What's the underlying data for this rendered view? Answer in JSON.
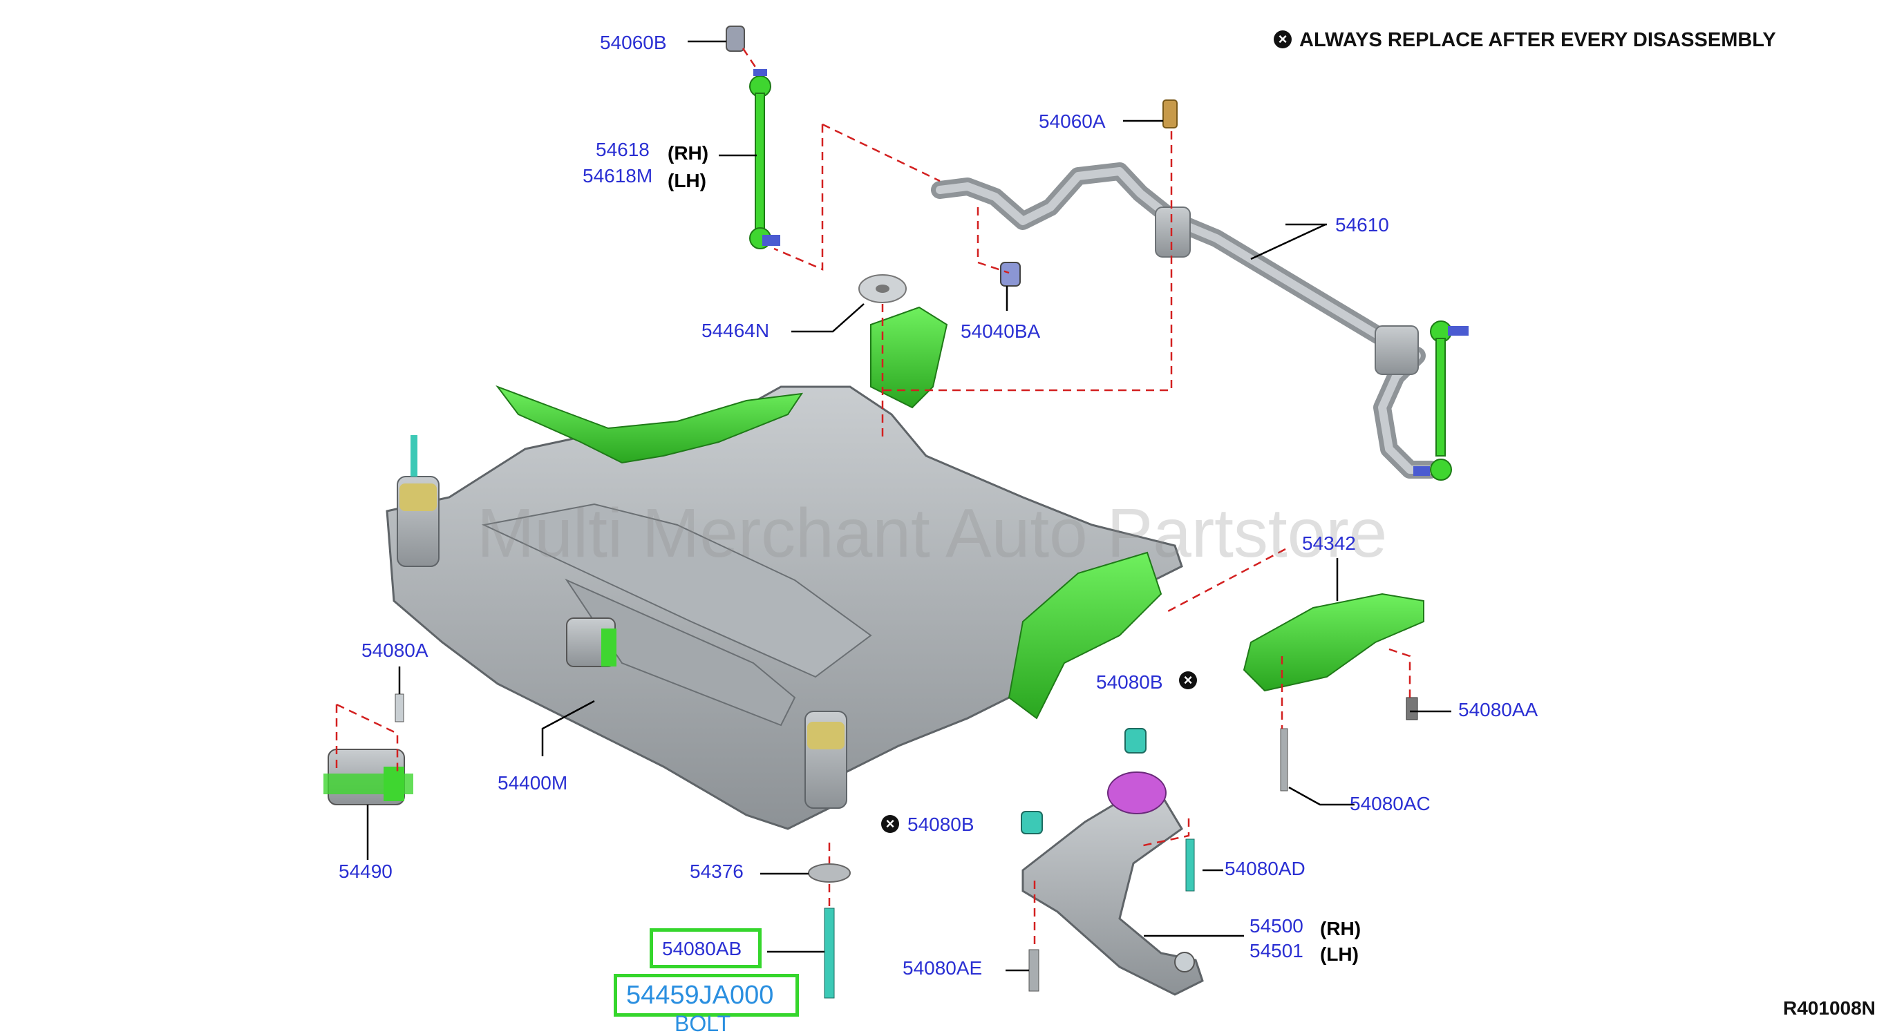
{
  "note": {
    "text": "ALWAYS REPLACE AFTER EVERY DISASSEMBLY"
  },
  "watermark": "Multi Merchant Auto Partstore",
  "diagram_code": "R401008N",
  "colors": {
    "label": "#2a2fd3",
    "leader_dash": "#d32020",
    "part_green": "#3fd630",
    "part_gray": "#9aa0a4",
    "bushing_magenta": "#c85ad8",
    "highlight": "#35d62c",
    "bolt_label": "#2a8fe0"
  },
  "labels": {
    "p54060B": "54060B",
    "p54618": "54618",
    "p54618_side": "(RH)",
    "p54618M": "54618M",
    "p54618M_side": "(LH)",
    "p54060A": "54060A",
    "p54610": "54610",
    "p54464N": "54464N",
    "p54040BA": "54040BA",
    "p54342": "54342",
    "p54080A": "54080A",
    "p54080B_top": "54080B",
    "p54080AA": "54080AA",
    "p54400M": "54400M",
    "p54080AC": "54080AC",
    "p54490": "54490",
    "p54080B_low": "54080B",
    "p54376": "54376",
    "p54080AD": "54080AD",
    "p54500": "54500",
    "p54500_side": "(RH)",
    "p54501": "54501",
    "p54501_side": "(LH)",
    "p54080AE": "54080AE",
    "p54080AB": "54080AB",
    "part_number": "54459JA000",
    "part_desc": "BOLT"
  }
}
